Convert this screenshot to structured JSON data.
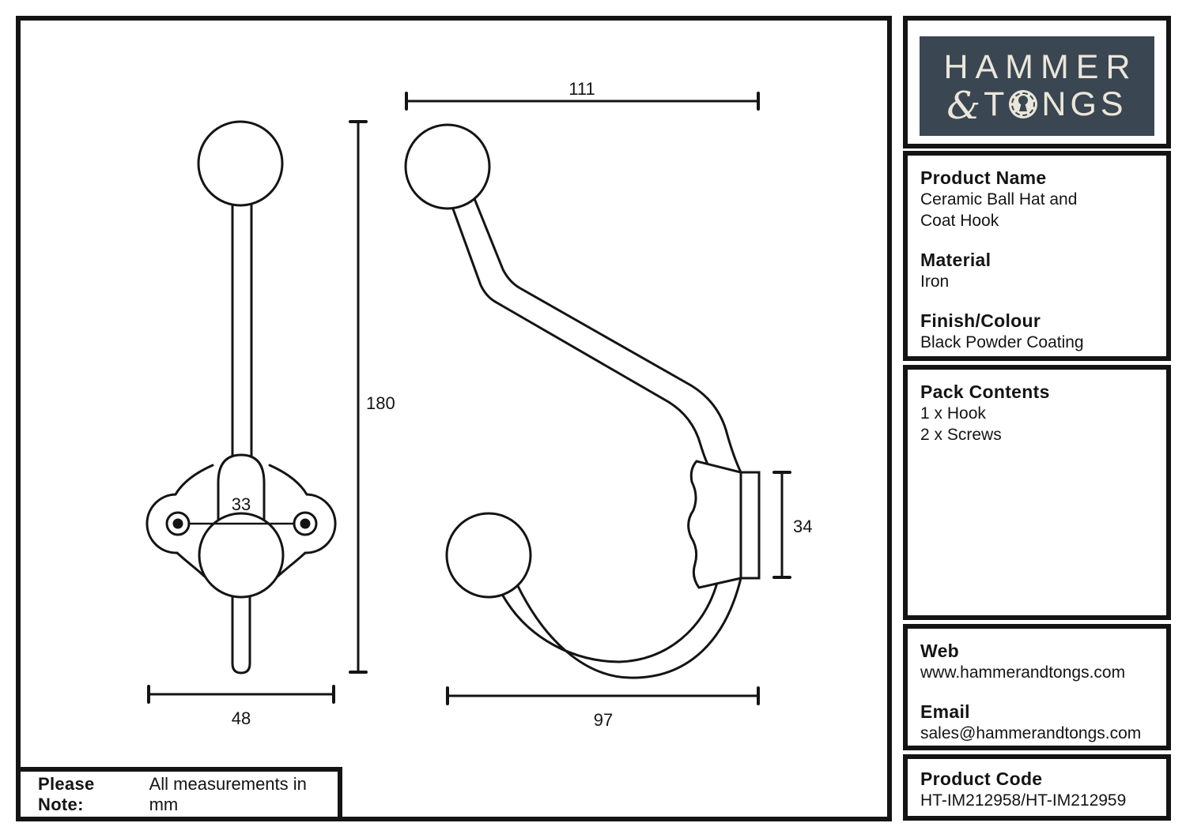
{
  "logo": {
    "line1": "HAMMER",
    "amp": "&",
    "t": "T",
    "ngs": "NGS",
    "bg_color": "#3A4651",
    "fg_color": "#EAE6DA"
  },
  "panels": {
    "product_name": {
      "heading": "Product Name",
      "line1": "Ceramic Ball Hat and",
      "line2": "Coat Hook"
    },
    "material": {
      "heading": "Material",
      "value": "Iron"
    },
    "finish": {
      "heading": "Finish/Colour",
      "value": "Black Powder Coating"
    },
    "pack": {
      "heading": "Pack Contents",
      "item1": "1 x Hook",
      "item2": "2 x Screws"
    },
    "web": {
      "heading": "Web",
      "value": "www.hammerandtongs.com"
    },
    "email": {
      "heading": "Email",
      "value": "sales@hammerandtongs.com"
    },
    "code": {
      "heading": "Product Code",
      "value": "HT-IM212958/HT-IM212959"
    }
  },
  "note": {
    "bold": "Please Note:",
    "text": "All measurements in mm"
  },
  "drawing": {
    "units": "mm",
    "front_view": {
      "overall_height": "180",
      "hole_spacing": "33",
      "plate_width": "48"
    },
    "side_view": {
      "projection_depth": "111",
      "plate_height": "34",
      "hook_depth": "97"
    }
  }
}
